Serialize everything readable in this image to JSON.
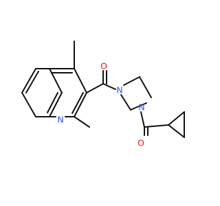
{
  "molecule": {
    "atoms": {
      "o_top": {
        "symbol": "O",
        "color": "#ff0d0d"
      },
      "o_bottom": {
        "symbol": "O",
        "color": "#ff0d0d"
      },
      "n_ring1": {
        "symbol": "N",
        "color": "#3050f8"
      },
      "n_ring2": {
        "symbol": "N",
        "color": "#3050f8"
      },
      "n_quinoline": {
        "symbol": "N",
        "color": "#3050f8"
      }
    },
    "bond_color": "#111111",
    "background": "#ffffff"
  }
}
